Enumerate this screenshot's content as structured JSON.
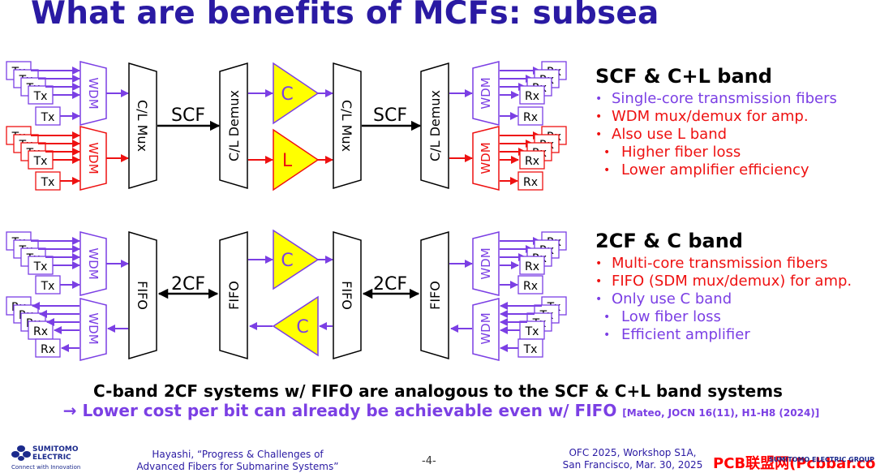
{
  "title": "What are benefits of MCFs: subsea",
  "diagram": {
    "tx": "Tx",
    "rx": "Rx",
    "wdm": "WDM",
    "cl_mux": "C/L Mux",
    "cl_demux": "C/L Demux",
    "fifo": "FIFO",
    "scf": "SCF",
    "two_cf": "2CF",
    "amp_c": "C",
    "amp_l": "L"
  },
  "scf_panel": {
    "heading": "SCF & C+L band",
    "bullets": [
      "Single-core transmission fibers",
      "WDM mux/demux for amp.",
      "Also use L band",
      "Higher fiber loss",
      "Lower amplifier efficiency"
    ]
  },
  "cf_panel": {
    "heading": "2CF & C band",
    "bullets": [
      "Multi-core transmission fibers",
      "FIFO (SDM mux/demux) for amp.",
      "Only use C band",
      "Low fiber loss",
      "Efficient amplifier"
    ]
  },
  "conclusion": {
    "line1": "C-band 2CF systems w/ FIFO are analogous to the SCF & C+L band systems",
    "line2": "→ Lower cost per bit can already be achievable even w/ FIFO",
    "citation": "[Mateo, JOCN 16(11), H1-H8 (2024)]"
  },
  "footer": {
    "logo_line1": "SUMITOMO",
    "logo_line2": "ELECTRIC",
    "logo_tagline": "Connect with Innovation",
    "author_line1": "Hayashi, “Progress & Challenges of",
    "author_line2": "Advanced Fibers for Submarine Systems”",
    "page": "-4-",
    "venue_line1": "OFC 2025, Workshop S1A,",
    "venue_line2": "San Francisco, Mar. 30, 2025",
    "watermark": "PCB联盟网(Pcbbar.com)",
    "watermark_group": "SUMITOMO ELECTRIC GROUP"
  },
  "colors": {
    "title": "#2a1aa3",
    "purple": "#7b3fe4",
    "red": "#ee1111",
    "amp_fill": "#ffff00",
    "amp_stroke": "#7b3fe4"
  }
}
